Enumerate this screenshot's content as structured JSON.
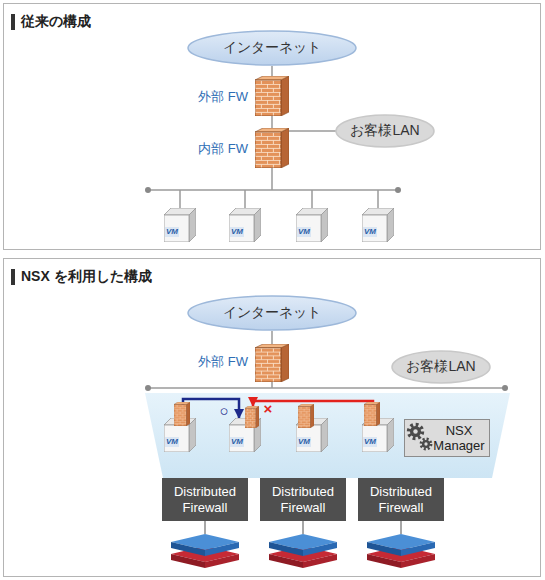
{
  "diagram": {
    "nodes": [
      {
        "text": [
          "従来の構成"
        ]
      },
      {
        "text": [
          "インターネット"
        ],
        "in": 0
      },
      {
        "text": [
          "お客様LAN"
        ],
        "in": 0
      },
      {
        "text": [
          "VM"
        ],
        "in": 0
      },
      {
        "text": [
          "VM"
        ],
        "in": 0
      },
      {
        "text": [
          "VM"
        ],
        "in": 0
      },
      {
        "text": [
          "VM"
        ],
        "in": 0
      },
      {
        "text": [
          "NSX を利用した構成"
        ]
      },
      {
        "text": [
          "インターネット"
        ],
        "in": 7
      },
      {
        "text": [
          "お客様LAN"
        ],
        "in": 7
      },
      {
        "text": [
          "VM"
        ],
        "in": 7
      },
      {
        "text": [
          "VM"
        ],
        "in": 7
      },
      {
        "text": [
          "VM"
        ],
        "in": 7
      },
      {
        "text": [
          "VM"
        ],
        "in": 7
      },
      {
        "text": [
          "NSX Manager"
        ],
        "in": 7
      },
      {
        "text": [
          "Distributed Firewall"
        ],
        "in": 7
      },
      {
        "text": [
          "Distributed Firewall"
        ],
        "in": 7
      },
      {
        "text": [
          "Distributed Firewall"
        ],
        "in": 7
      }
    ],
    "edges": [
      {
        "from": 10,
        "to": 11,
        "arrow": "to",
        "label": "○"
      },
      {
        "from": 13,
        "to": 11,
        "arrow": "to",
        "label": "×"
      }
    ],
    "labels": [
      "外部 FW",
      "内部 FW",
      "外部 FW"
    ]
  }
}
